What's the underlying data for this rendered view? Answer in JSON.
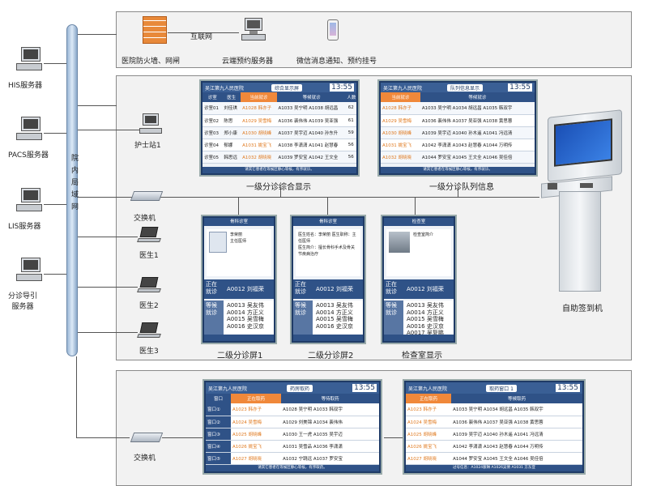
{
  "left_servers": [
    {
      "label": "HIS服务器"
    },
    {
      "label": "PACS服务器"
    },
    {
      "label": "LIS服务器"
    },
    {
      "label": "分诊导引\n服务器"
    }
  ],
  "network_label": "院内局域网",
  "top_panel": {
    "firewall": "医院防火墙、网闸",
    "internet": "互联网",
    "cloud": "云端预约服务器",
    "wechat": "微信消息通知、预约挂号"
  },
  "mid_panel": {
    "nurse": "护士站1",
    "switch": "交换机",
    "doctors": [
      "医生1",
      "医生2",
      "医生3"
    ],
    "kiosk": "自助签到机",
    "screen1_caption": "一级分诊综合显示",
    "screen2_caption": "一级分诊队列信息",
    "vscreen_captions": [
      "二级分诊屏1",
      "二级分诊屏2",
      "检查室显示"
    ]
  },
  "bottom_panel": {
    "switch": "交换机"
  },
  "screen1": {
    "hospital": "吴江第九人民医院",
    "title": "综合显示屏",
    "time": "13:55",
    "headers": [
      "诊室",
      "医生",
      "当前就诊",
      "等候就诊",
      "人数"
    ],
    "rows": [
      [
        "诊室01",
        "刘佳琪",
        "A1028 韩亦子",
        "A1033 吴宁明  A1038 胡远昌",
        "62"
      ],
      [
        "诊室02",
        "陈思",
        "A1029 吴雪梅",
        "A1036 裴伟伟  A1039 吴亚强",
        "61"
      ],
      [
        "诊室03",
        "郑小康",
        "A1030 胡晓峰",
        "A1037 吴宇迈  A1040 孙东升",
        "59"
      ],
      [
        "诊室04",
        "郁娜",
        "A1031 姚宝飞",
        "A1038 李潇潇  A1041 赵慧春",
        "56"
      ],
      [
        "诊室05",
        "韩思远",
        "A1032 胡晓晓",
        "A1039 罗安宝  A1042 王文全",
        "56"
      ]
    ],
    "footer": "请其它患者在等候区静心等候，有序就诊。"
  },
  "screen2": {
    "hospital": "吴江第九人民医院",
    "title": "队列信息显示",
    "time": "13:55",
    "headers": [
      "当前就诊",
      "等候就诊"
    ],
    "rows": [
      [
        "A1028 韩亦子",
        "A1033 吴宁明  A1034 胡远昌  A1035 韩双宇"
      ],
      [
        "A1029 吴雪梅",
        "A1036 裴伟伟  A1037 吴亚强  A1038 黄思蓉"
      ],
      [
        "A1030 胡晓峰",
        "A1039 吴宇迈  A1040 孙木遥  A1041 冯远清"
      ],
      [
        "A1031 姚宝飞",
        "A1042 李潇潇  A1043 赵慧春  A1044 万明传"
      ],
      [
        "A1032 胡晓晓",
        "A1044 罗安宝  A1045 王文全  A1046 吴佳倍"
      ]
    ],
    "footer": "请其它患者在等候区静心等候，有序就诊。"
  },
  "vscreens": [
    {
      "head": "骨科诊室",
      "info": [
        "李荣丽",
        "主任医师"
      ],
      "now_tag": "正在就诊",
      "now": "A0012 刘福荣",
      "wait_tag": "等候就诊",
      "wait": [
        "A0013 吴友伟",
        "A0014 方正义",
        "A0015 吴雪梅",
        "A0016 史汉京"
      ]
    },
    {
      "head": "骨科诊室",
      "info": [
        "医生姓名：李荣丽  医生职称：主任医师",
        "医生简介：擅长骨科手术及骨关节疾病治疗"
      ],
      "now_tag": "正在就诊",
      "now": "A0012 刘福荣",
      "wait_tag": "等候就诊",
      "wait": [
        "A0013 吴友伟",
        "A0014 方正义",
        "A0015 吴雪梅",
        "A0016 史汉京"
      ]
    },
    {
      "head": "检查室",
      "info": [
        "检查室简介"
      ],
      "now_tag": "正在就诊",
      "now": "A0012 刘福荣",
      "wait_tag": "等候就诊",
      "wait": [
        "A0013 吴友伟",
        "A0014 方正义",
        "A0015 吴雪梅",
        "A0016 史汉京",
        "A0017 吴复鹏"
      ]
    }
  ],
  "screen3": {
    "hospital": "吴江第九人民医院",
    "title": "药房取药",
    "time": "13:55",
    "headers": [
      "窗口",
      "正在取药",
      "等待取药"
    ],
    "rows": [
      [
        "窗口①",
        "A1023 韩亦子",
        "A1028 吴宁明  A1033 韩双宇"
      ],
      [
        "窗口②",
        "A1024 吴雪梅",
        "A1029 刘美锦  A1034 裴伟伟"
      ],
      [
        "窗口③",
        "A1025 胡晓峰",
        "A1030 王一虎  A1035 吴宇迈"
      ],
      [
        "窗口④",
        "A1026 姚宝飞",
        "A1031 吴雪品  A1036 李潇潇"
      ],
      [
        "窗口⑤",
        "A1027 胡晓晓",
        "A1032 宁跳远  A1037 罗安宝"
      ]
    ],
    "footer": "请其它患者在等候区静心等候，有序取药。"
  },
  "screen4": {
    "hospital": "吴江第九人民医院",
    "title": "取药窗口 1",
    "time": "13:55",
    "headers": [
      "正在取药",
      "等候取药"
    ],
    "left": [
      "A1023 韩亦子",
      "A1024 吴雪梅",
      "A1025 胡晓峰",
      "A1026 姚宝飞",
      "A1027 胡晓晓"
    ],
    "rows": [
      "A1033 吴宁明  A1034 胡远昌  A1035 韩双宇",
      "A1036 裴伟伟  A1037 吴亚强  A1038 黄思蓉",
      "A1039 吴宇迈  A1040 孙木遥  A1041 冯远清",
      "A1042 李潇潇  A1043 赵慧春  A1044 万明传",
      "A1044 罗安宝  A1045 王文全  A1046 吴佳倍"
    ],
    "footer": "过号信息：A1024裴琳 A1026吴倩 A1031 方东亚"
  }
}
